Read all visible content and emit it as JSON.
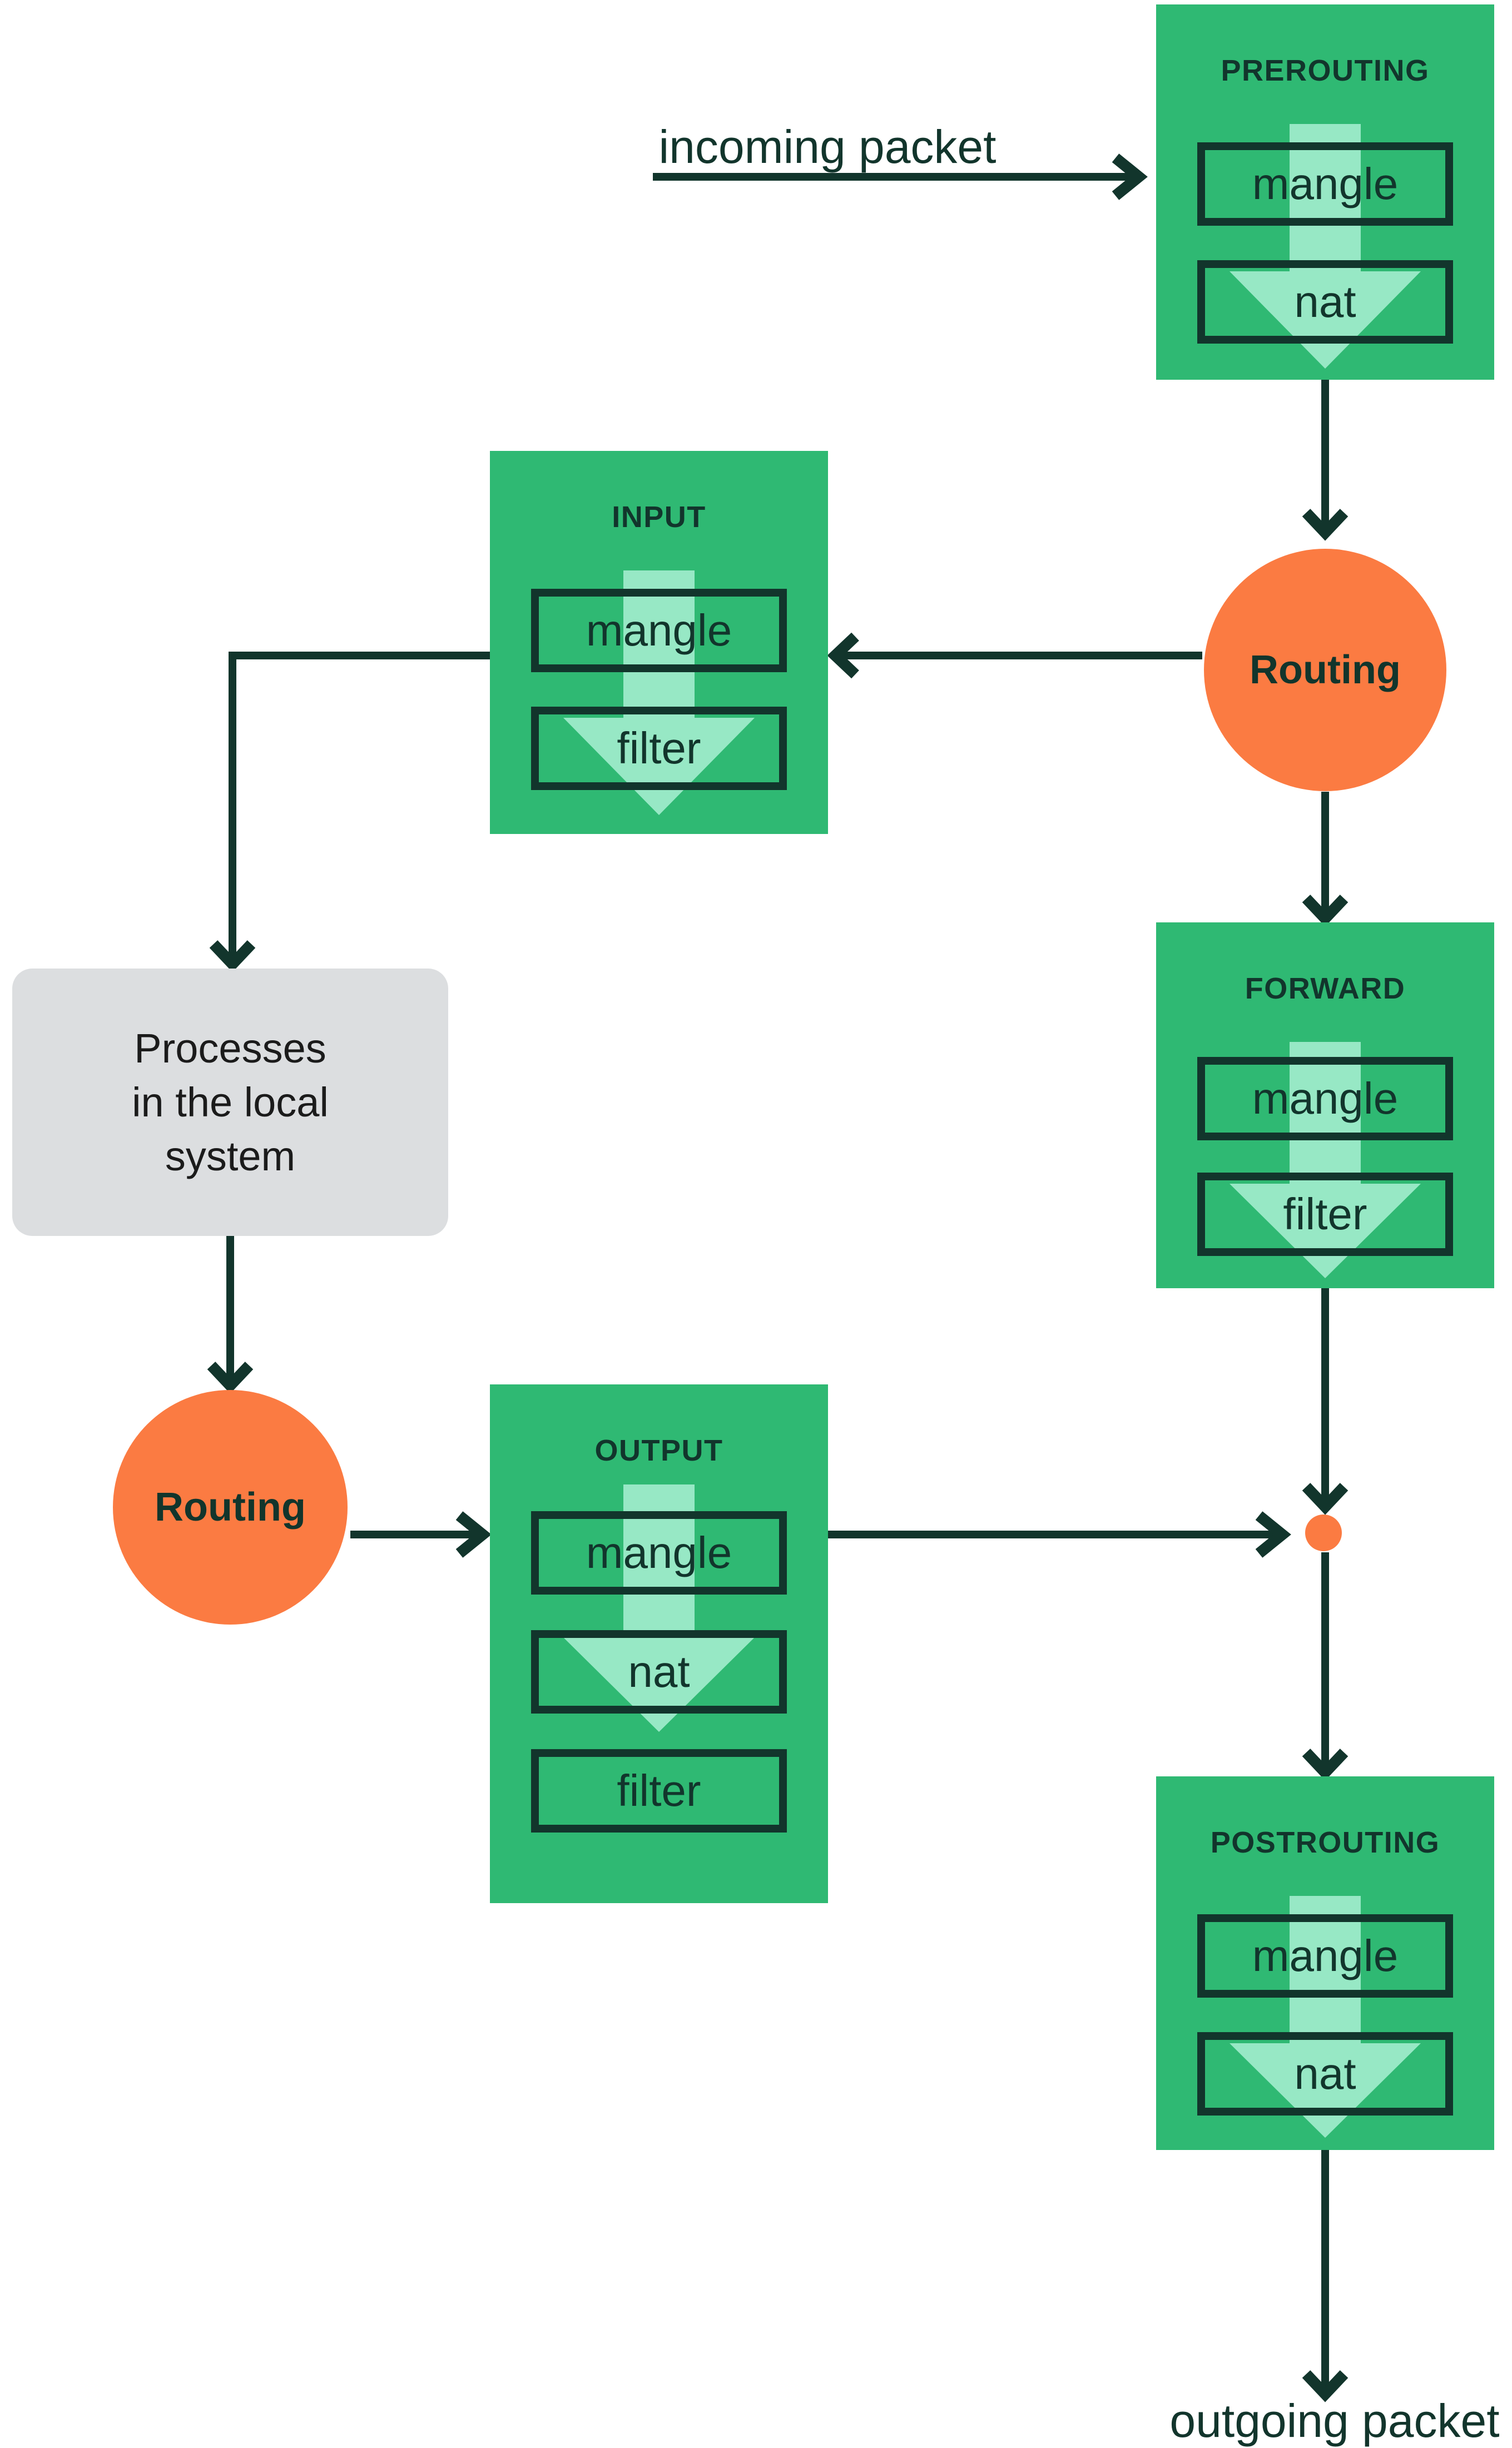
{
  "palette": {
    "green": "#2fb973",
    "light_green": "#97e8c5",
    "dark": "#12352c",
    "orange": "#fb7b42",
    "gray": "#dcdee0",
    "text_black": "#1b1b1b"
  },
  "labels": {
    "incoming": "incoming packet",
    "outgoing": "outgoing packet"
  },
  "nodes": {
    "prerouting": {
      "title": "PREROUTING",
      "chains": [
        "mangle",
        "nat"
      ]
    },
    "input": {
      "title": "INPUT",
      "chains": [
        "mangle",
        "filter"
      ]
    },
    "forward": {
      "title": "FORWARD",
      "chains": [
        "mangle",
        "filter"
      ]
    },
    "output": {
      "title": "OUTPUT",
      "chains": [
        "mangle",
        "nat",
        "filter"
      ]
    },
    "postrouting": {
      "title": "POSTROUTING",
      "chains": [
        "mangle",
        "nat"
      ]
    },
    "routing_top": {
      "label": "Routing"
    },
    "routing_bottom": {
      "label": "Routing"
    },
    "processes": {
      "lines": [
        "Processes",
        "in the local",
        "system"
      ]
    }
  }
}
